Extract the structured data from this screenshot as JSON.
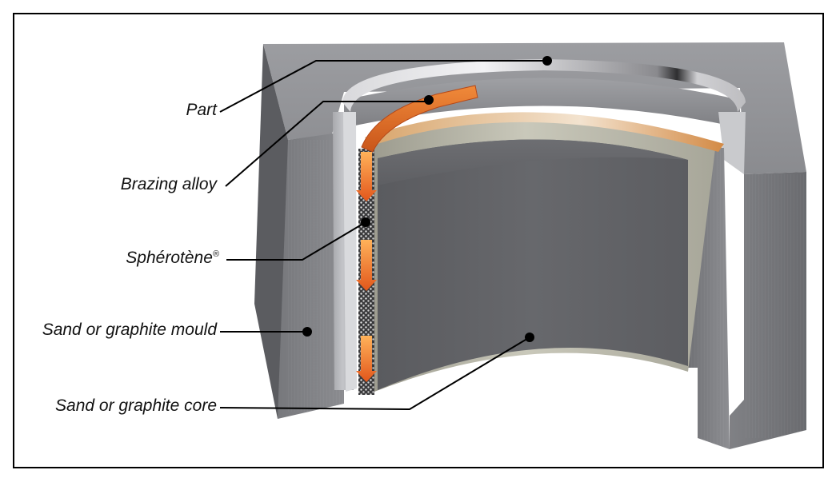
{
  "diagram": {
    "labels": {
      "part": "Part",
      "brazing_alloy": "Brazing alloy",
      "spherotene": "Sphérotène",
      "spherotene_mark": "®",
      "mould": "Sand or graphite mould",
      "core": "Sand or graphite core"
    },
    "colors": {
      "mould": "#8c8d91",
      "core": "#5f6064",
      "part": "#b7b6a8",
      "brazing_alloy": "#e06a1f",
      "arrow": "#f07a22",
      "leader": "#000000"
    }
  }
}
